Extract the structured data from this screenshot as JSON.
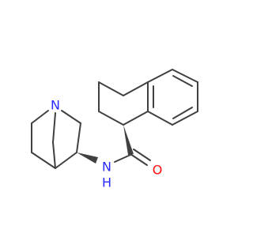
{
  "molecule": {
    "atoms": {
      "n_quinuclidine": "N",
      "n_amide": "N",
      "n_amide_h": "H",
      "o_carbonyl": "O"
    },
    "colors": {
      "bond": "#404040",
      "nitrogen": "#2a2aff",
      "oxygen": "#ff0d0d",
      "background": "#ffffff"
    }
  }
}
